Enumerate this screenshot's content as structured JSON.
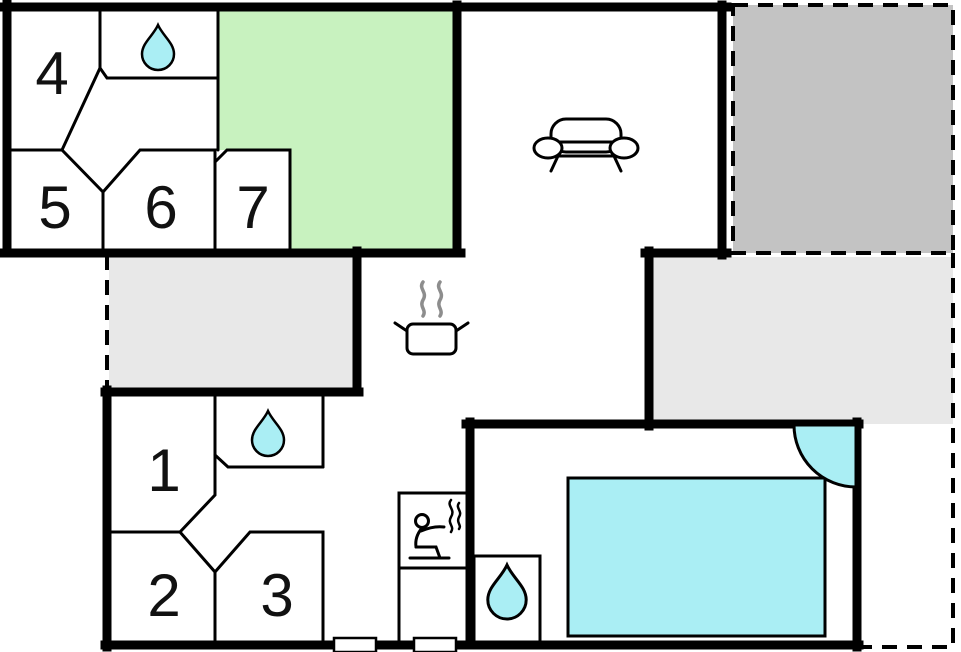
{
  "plan": {
    "rooms": [
      {
        "label": "1"
      },
      {
        "label": "2"
      },
      {
        "label": "3"
      },
      {
        "label": "4"
      },
      {
        "label": "5"
      },
      {
        "label": "6"
      },
      {
        "label": "7"
      }
    ],
    "colors": {
      "wall": "#000000",
      "label": "#111111",
      "green_room": "#c8f2bf",
      "water": "#aaeef4",
      "area_dark_gray": "#c3c3c3",
      "area_light_gray": "#e8e8e8",
      "steam": "#8d8d8d",
      "white": "#ffffff"
    },
    "icons": {
      "items": [
        "water-drop",
        "sofa",
        "cooking-pot",
        "sauna-person",
        "swimming-pool",
        "corner-shower"
      ],
      "water_drop_count": 3
    }
  }
}
